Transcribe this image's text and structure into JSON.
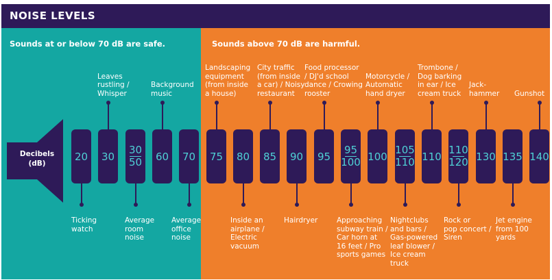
{
  "header": {
    "title": "NOISE LEVELS"
  },
  "colors": {
    "header_bg": "#2e1a58",
    "safe_bg": "#14a7a2",
    "harm_bg": "#ef7f2b",
    "box_bg": "#2e1a58",
    "box_text": "#4fd0d5"
  },
  "sections": {
    "safe": {
      "text": "Sounds at or below 70 dB are safe."
    },
    "harmful": {
      "text": "Sounds above 70 dB are harmful."
    }
  },
  "speaker": {
    "line1": "Decibels",
    "line2": "(dB)",
    "icon": "speaker-icon"
  },
  "levels": [
    {
      "value": "20",
      "safe": true,
      "below": [
        "Ticking",
        "watch"
      ]
    },
    {
      "value": "30",
      "safe": true,
      "above": [
        "Leaves",
        "rustling /",
        "Whisper"
      ]
    },
    {
      "value_top": "30",
      "value_bottom": "50",
      "safe": true,
      "below": [
        "Average",
        "room",
        "noise"
      ]
    },
    {
      "value": "60",
      "safe": true,
      "above": [
        "Background",
        "music"
      ]
    },
    {
      "value": "70",
      "safe": true,
      "below": [
        "Average",
        "office",
        "noise"
      ]
    },
    {
      "value": "75",
      "safe": false,
      "above": [
        "Landscaping",
        "equipment",
        "(from inside",
        "a house)"
      ]
    },
    {
      "value": "80",
      "safe": false,
      "below": [
        "Inside an",
        "airplane /",
        "Electric",
        "vacuum"
      ]
    },
    {
      "value": "85",
      "safe": false,
      "above": [
        "City traffic",
        "(from inside",
        "a car) / Noisy",
        "restaurant"
      ]
    },
    {
      "value": "90",
      "safe": false,
      "below": [
        "Hairdryer"
      ]
    },
    {
      "value": "95",
      "safe": false,
      "above": [
        "Food processor",
        "/ DJ'd school",
        "dance / Crowing",
        "rooster"
      ]
    },
    {
      "value_top": "95",
      "value_bottom": "100",
      "safe": false,
      "below": [
        "Approaching",
        "subway train /",
        "Car horn at",
        "16 feet / Pro",
        "sports games"
      ]
    },
    {
      "value": "100",
      "safe": false,
      "above": [
        "Motorcycle /",
        "Automatic",
        "hand dryer"
      ]
    },
    {
      "value_top": "105",
      "value_bottom": "110",
      "safe": false,
      "below": [
        "Nightclubs",
        "and bars /",
        "Gas-powered",
        "leaf blower /",
        "Ice cream",
        "truck"
      ]
    },
    {
      "value": "110",
      "safe": false,
      "above": [
        "Trombone /",
        "Dog barking",
        "in ear / Ice",
        "cream truck"
      ]
    },
    {
      "value_top": "110",
      "value_bottom": "120",
      "safe": false,
      "below": [
        "Rock or",
        "pop concert /",
        "Siren"
      ]
    },
    {
      "value": "130",
      "safe": false,
      "above": [
        "Jack-",
        "hammer"
      ]
    },
    {
      "value": "135",
      "safe": false,
      "below": [
        "Jet engine",
        "from 100",
        "yards"
      ]
    },
    {
      "value": "140",
      "safe": false,
      "above": [
        "Gunshot"
      ]
    }
  ]
}
